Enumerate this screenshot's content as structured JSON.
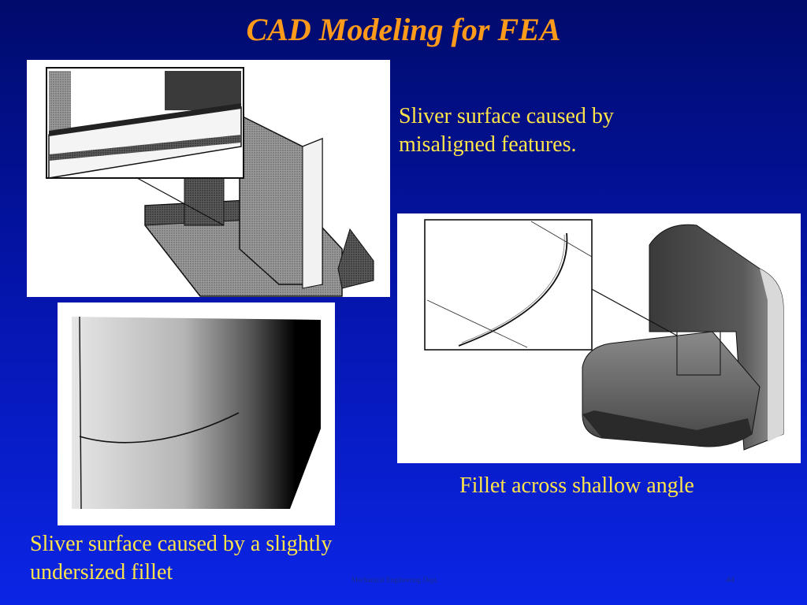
{
  "slide": {
    "title": "CAD Modeling for FEA",
    "captions": {
      "misaligned": "Sliver surface caused by misaligned features.",
      "fillet_angle": "Fillet across shallow angle",
      "undersized": "Sliver surface caused by a slightly undersized fillet"
    },
    "footer": "Mechanical Engineering Dept.",
    "page_number": "44"
  }
}
